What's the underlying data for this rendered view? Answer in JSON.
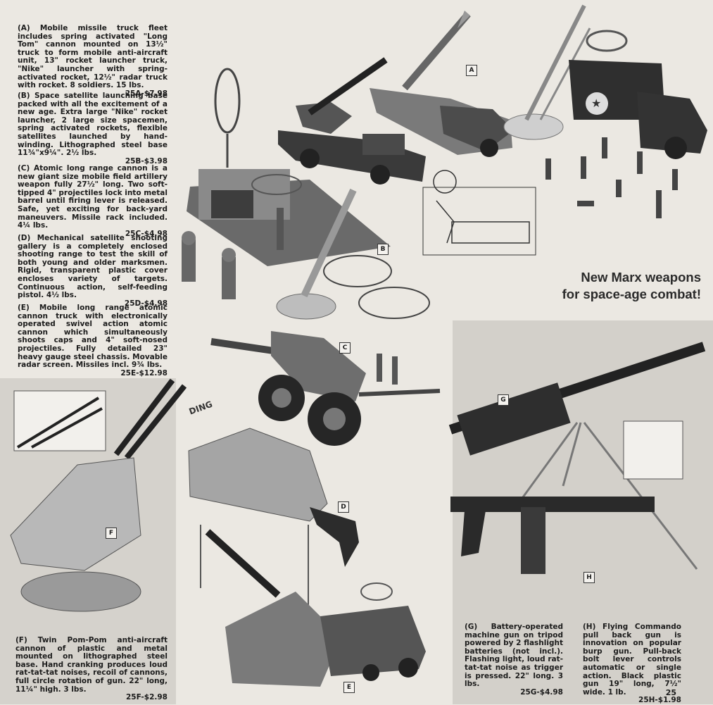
{
  "headline": "New Marx weapons\nfor space-age combat!",
  "items": {
    "A": {
      "tag": "A",
      "desc": "(A) Mobile missile truck fleet includes spring activated \"Long Tom\" cannon mounted on 13½\" truck to form mobile anti-aircraft unit, 13\" rocket launcher truck, \"Nike\" launcher with spring-activated rocket, 12½\" radar truck with rocket. 8 soldiers. 15 lbs.",
      "price": "25A-$7.98"
    },
    "B": {
      "tag": "B",
      "desc": "(B) Space satellite launching base packed with all the excitement of a new age. Extra large \"Nike\" rocket launcher, 2 large size spacemen, spring activated rockets, flexible satellites launched by hand-winding. Lithographed steel base 11¾\"x9¼\". 2½ lbs.",
      "price": "25B-$3.98"
    },
    "C": {
      "tag": "C",
      "desc": "(C) Atomic long range cannon is a new giant size mobile field artillery weapon fully 27½\" long. Two soft-tipped 4\" projectiles lock into metal barrel until firing lever is released. Safe, yet exciting for back-yard maneuvers. Missile rack included. 4¼ lbs.",
      "price": "25C-$4.98"
    },
    "D": {
      "tag": "D",
      "desc": "(D) Mechanical satellite shooting gallery is a completely enclosed shooting range to test the skill of both young and older marksmen. Rigid, transparent plastic cover encloses variety of targets. Continuous action, self-feeding pistol. 4½ lbs.",
      "price": "25D-$4.98"
    },
    "E": {
      "tag": "E",
      "desc": "(E) Mobile long range atomic cannon truck with electronically operated swivel action atomic cannon which simultaneously shoots caps and 4\" soft-nosed projectiles. Fully detailed 23\" heavy gauge steel chassis. Movable radar screen. Missiles incl. 9¾ lbs.",
      "price": "25E-$12.98"
    },
    "F": {
      "tag": "F",
      "desc": "(F) Twin Pom-Pom anti-aircraft cannon of plastic and metal mounted on lithographed steel base. Hand cranking produces loud rat-tat-tat noises, recoil of cannons, full circle rotation of gun. 22\" long, 11¼\" high. 3 lbs.",
      "price": "25F-$2.98"
    },
    "G": {
      "tag": "G",
      "desc": "(G) Battery-operated machine gun on tripod powered by 2 flashlight batteries (not incl.). Flashing light, loud rat-tat-tat noise as trigger is pressed. 22\" long. 3 lbs.",
      "price": "25G-$4.98"
    },
    "H": {
      "tag": "H",
      "desc": "(H) Flying Commando pull back gun is innovation on popular burp gun. Pull-back bolt lever controls automatic or single action. Black plastic gun 19\" long, 7½\" wide. 1 lb.",
      "price": "25H-$1.98"
    }
  },
  "sound_word": "DING",
  "page_number": "25"
}
